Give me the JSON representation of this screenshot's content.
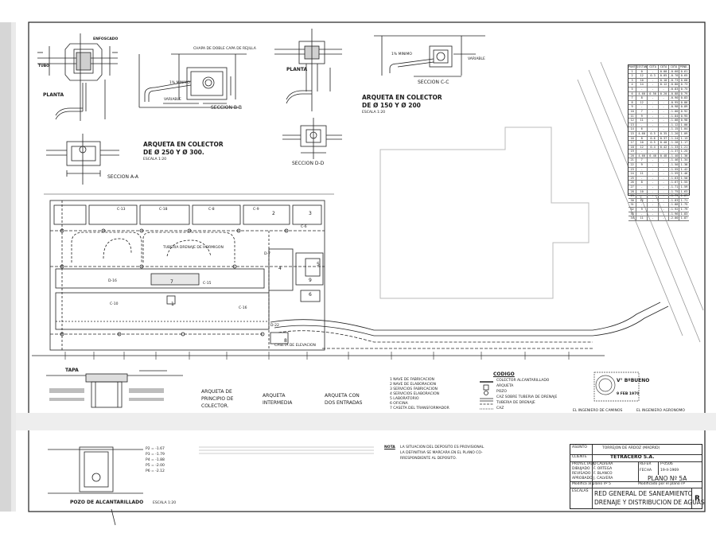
{
  "details": {
    "arqueta_250_300": {
      "title_line1": "ARQUETA  EN  COLECTOR",
      "title_line2": "DE Ø 250  Y Ø 300.",
      "scale": "ESCALA 1:20",
      "planta": "PLANTA",
      "enfoscado": "ENFOSCADO",
      "tubo": "TUBO",
      "seccion_aa": "SECCION A-A",
      "seccion_bb": "SECCION B-B",
      "chapa": "CHAPA DE DOBLE CAPA DE REJILLA",
      "variable": "VARIABLE",
      "minimo": "1% MINIMO"
    },
    "arqueta_150_200": {
      "title_line1": "ARQUETA EN COLECTOR",
      "title_line2": "DE Ø 150  Y Ø 200",
      "scale": "ESCALA 1:20",
      "planta": "PLANTA",
      "seccion_cc": "SECCION C-C",
      "seccion_dd": "SECCION D-D",
      "variable": "VARIABLE",
      "minimo": "1% MINIMO"
    },
    "tapa": "TAPA",
    "bottom_captions": {
      "principio_1": "ARQUETA  DE",
      "principio_2": "PRINCIPIO DE",
      "principio_3": "COLECTOR.",
      "intermedia_1": "ARQUETA",
      "intermedia_2": "INTERMEDIA",
      "dos_1": "ARQUETA CON",
      "dos_2": "DOS ENTRADAS"
    },
    "pozo": {
      "caption": "POZO  DE  ALCANTARILLADO",
      "scale": "ESCALA 1:20",
      "levels": [
        "P2 = -1.67",
        "P3 = -1.79",
        "P4 = -1.88",
        "P5 = -2.00",
        "P6 = -2.12"
      ]
    }
  },
  "site_plan": {
    "labels": [
      "C-13",
      "C-18",
      "C-8",
      "C-9",
      "C-6",
      "C-10",
      "C-15",
      "D-7",
      "D-16",
      "D-22",
      "C-16",
      "TUBERIA DRENAJE DE HORMIGON",
      "CASETA DE ELEVACION"
    ],
    "building_numbers": [
      "1",
      "2",
      "3",
      "4",
      "5",
      "6",
      "7",
      "8",
      "9"
    ]
  },
  "legend_list": {
    "items": [
      "1  NAVE DE FABRICACION",
      "2  NAVE DE ELABORACION",
      "3  SERVICIOS FABRICACION",
      "4  SERVICIOS ELABORACION",
      "5  LABORATORIO",
      "6  OFICINA",
      "7  CASETA DEL TRANSFORMADOR"
    ]
  },
  "codigo": {
    "title": "CODIGO",
    "items": [
      "COLECTOR  ALCANTARILLADO",
      "ARQUETA",
      "POZO",
      "CAZ SOBRE TUBERIA  DE DRENAJE",
      "TUBERIA DE DRENAJE",
      "CAZ"
    ]
  },
  "engineers": {
    "left": "EL  INGENIERO  DE  CAMINOS",
    "right": "EL  INGENIERO  AGRONOMO"
  },
  "stamp": {
    "vb": "V° BºBUENO",
    "date": "9 FEB 1970"
  },
  "note": {
    "label": "NOTA",
    "line1": "LA  SITUACION  DEL DEPOSITO ES PROVISIONAL",
    "line2": "LA DEFINITIVA  SE MARCARA EN EL PLANO CO-",
    "line3": "RRESPONDIENTE  AL  DEPOSITO."
  },
  "title_block": {
    "asunto_label": "ASUNTO",
    "asunto_value": "TORREJON DE ARDOZ (MADRID)",
    "cliente_label": "CLIENTE",
    "cliente_value": "TETRACERO S.A.",
    "proyectado_label": "PROYECTADO",
    "proyectado_value": "J. CALVERA",
    "dibujado_label": "DIBUJADO",
    "dibujado_value": "F. ORTEGA",
    "revisado_label": "REVISADO",
    "revisado_value": "F. BLANCO",
    "aprobado_label": "APROBADO",
    "aprobado_value": "J. CALVERA",
    "refer_label": "REFER",
    "refer_value": "P-0506",
    "fecha_label": "FECHA",
    "fecha_value": "19-II-1969",
    "plano_no": "PLANO Nº 5A",
    "modifica": "Modifica al plano nº 5",
    "modificado": "Modificado por el plano nº",
    "escalas_label": "ESCALAS",
    "title_line1": "RED GENERAL DE SANEAMIENTO",
    "title_line2": "DRENAJE Y DISTRIBUCION DE AGUAS",
    "revision": "R"
  },
  "coord_table": {
    "header": [
      "PUNTO",
      "DISTANC.",
      "COTA T.",
      "COTA R.",
      "COTA F.",
      "PEND."
    ],
    "rows": [
      [
        "1",
        "0",
        "-",
        "0.00",
        "-0.60",
        "0.61"
      ],
      [
        "2",
        "12",
        "0.3",
        "0.05",
        "-0.70",
        "0.65"
      ],
      [
        "3",
        "10",
        "-",
        "0.10",
        "-0.73",
        "0.68"
      ],
      [
        "4",
        "14",
        "-",
        "0.12",
        "-0.80",
        "0.73"
      ],
      [
        "5",
        "-",
        "-",
        "-",
        "-0.83",
        "0.75"
      ],
      [
        "6",
        "4.60",
        "0.50",
        "0.20",
        "-0.88",
        "0.79"
      ],
      [
        "7",
        "8",
        "-",
        "-",
        "-0.90",
        "0.83"
      ],
      [
        "8",
        "12",
        "-",
        "-",
        "-0.95",
        "0.86"
      ],
      [
        "9",
        "-",
        "-",
        "-",
        "-0.98",
        "0.89"
      ],
      [
        "10",
        "7",
        "-",
        "-",
        "-1.00",
        "0.92"
      ],
      [
        "11",
        "9",
        "-",
        "-",
        "-1.04",
        "0.95"
      ],
      [
        "12",
        "11",
        "-",
        "-",
        "-1.08",
        "0.98"
      ],
      [
        "13",
        "-",
        "-",
        "-",
        "-1.12",
        "1.00"
      ],
      [
        "14",
        "6",
        "-",
        "-",
        "-1.15",
        "1.04"
      ],
      [
        "15",
        "4.60",
        "0.5",
        "0.35",
        "-1.20",
        "1.09"
      ],
      [
        "16",
        "8",
        "0.6",
        "0.37",
        "-1.24",
        "1.13"
      ],
      [
        "17",
        "10",
        "0.5",
        "0.40",
        "-1.28",
        "1.17"
      ],
      [
        "18",
        "12",
        "0.4",
        "0.42",
        "-1.33",
        "1.21"
      ],
      [
        "19",
        "-",
        "-",
        "-",
        "-1.37",
        "1.25"
      ],
      [
        "20",
        "4.60",
        "0.40",
        "0.48",
        "-1.40",
        "1.30"
      ],
      [
        "21",
        "7",
        "-",
        "-",
        "-1.46",
        "1.34"
      ],
      [
        "22",
        "9",
        "-",
        "-",
        "-1.50",
        "1.38"
      ],
      [
        "23",
        "-",
        "-",
        "-",
        "-1.55",
        "1.42"
      ],
      [
        "24",
        "11",
        "-",
        "-",
        "-1.59",
        "1.46"
      ],
      [
        "25",
        "-",
        "-",
        "-",
        "-1.63",
        "1.50"
      ],
      [
        "26",
        "8",
        "-",
        "-",
        "-1.67",
        "1.55"
      ],
      [
        "27",
        "-",
        "-",
        "-",
        "-1.71",
        "1.59"
      ],
      [
        "28",
        "10",
        "-",
        "-",
        "-1.75",
        "1.63"
      ],
      [
        "29",
        "-",
        "-",
        "-",
        "-1.79",
        "1.67"
      ],
      [
        "30",
        "12",
        "-",
        "-",
        "-1.83",
        "1.71"
      ],
      [
        "31",
        "-",
        "-",
        "-",
        "-1.88",
        "1.75"
      ],
      [
        "32",
        "9",
        "-",
        "-",
        "-1.92",
        "1.79"
      ],
      [
        "33",
        "-",
        "-",
        "-",
        "-1.96",
        "1.83"
      ],
      [
        "34",
        "11",
        "-",
        "-",
        "-2.00",
        "1.87"
      ]
    ]
  }
}
